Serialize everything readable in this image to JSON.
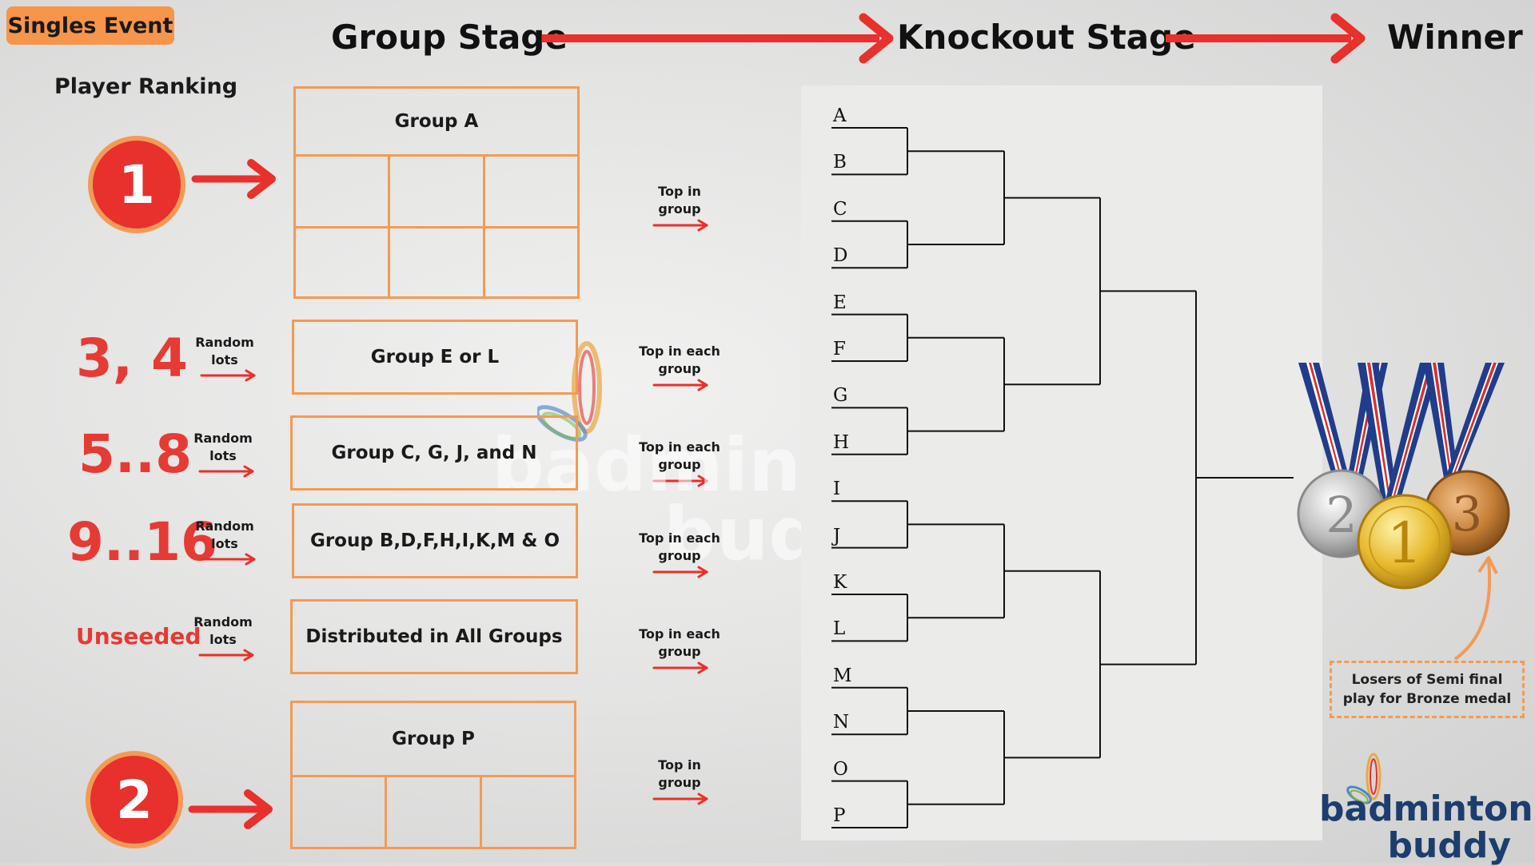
{
  "badge": "Singles Event",
  "stages": {
    "group": "Group Stage",
    "knockout": "Knockout Stage",
    "winner": "Winner"
  },
  "ranking_label": "Player Ranking",
  "seeds": {
    "first": "1",
    "second": "2",
    "s34": "3,  4",
    "s58": "5..8",
    "s916": "9..16",
    "unseeded": "Unseeded"
  },
  "random_lots": "Random\nlots",
  "groups": {
    "a": "Group A",
    "el": "Group E or L",
    "cgjn": "Group C, G, J, and N",
    "bdfhikmo": "Group B,D,F,H,I,K,M & O",
    "all": "Distributed in All Groups",
    "p": "Group P"
  },
  "top_in_group": "Top in\ngroup",
  "top_in_each_group": "Top in each\ngroup",
  "bracket_letters": [
    "A",
    "B",
    "C",
    "D",
    "E",
    "F",
    "G",
    "H",
    "I",
    "J",
    "K",
    "L",
    "M",
    "N",
    "O",
    "P"
  ],
  "note": "Losers of Semi final\nplay for Bronze medal",
  "logo": {
    "line1": "badminton",
    "line2": "buddy"
  },
  "watermark": {
    "line1": "badminton",
    "line2": "buddy"
  },
  "medals": [
    "2",
    "1",
    "3"
  ],
  "colors": {
    "orange": "#f39a55",
    "red": "#e8302c",
    "logo_blue": "#1d3d6e"
  }
}
